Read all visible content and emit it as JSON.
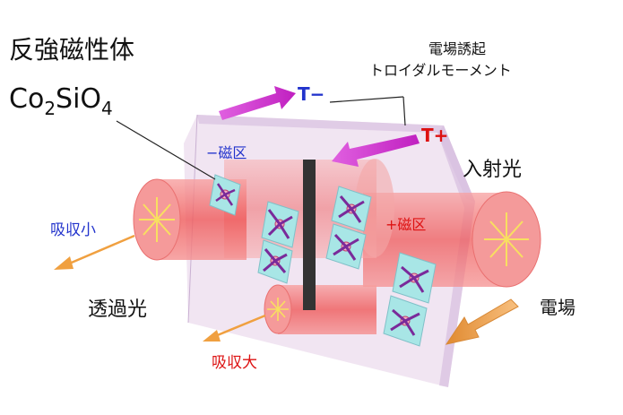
{
  "title_material": "反強磁性体",
  "formula": {
    "base1": "Co",
    "sub1": "2",
    "base2": "SiO",
    "sub2": "4"
  },
  "toroidal_label_line1": "電場誘起",
  "toroidal_label_line2": "トロイダルモーメント",
  "t_minus": "T−",
  "t_plus": "T+",
  "incident_light": "入射光",
  "domain_minus": "−磁区",
  "domain_plus": "+磁区",
  "absorption_small": "吸収小",
  "absorption_large": "吸収大",
  "transmitted_light": "透過光",
  "electric_field": "電場",
  "colors": {
    "minus": "#2233cc",
    "plus": "#dd1111",
    "t_arrow": "#e040d0",
    "beam": "#f06060",
    "crystal": "#ead8ee",
    "field_arrow": "#f0a040"
  }
}
